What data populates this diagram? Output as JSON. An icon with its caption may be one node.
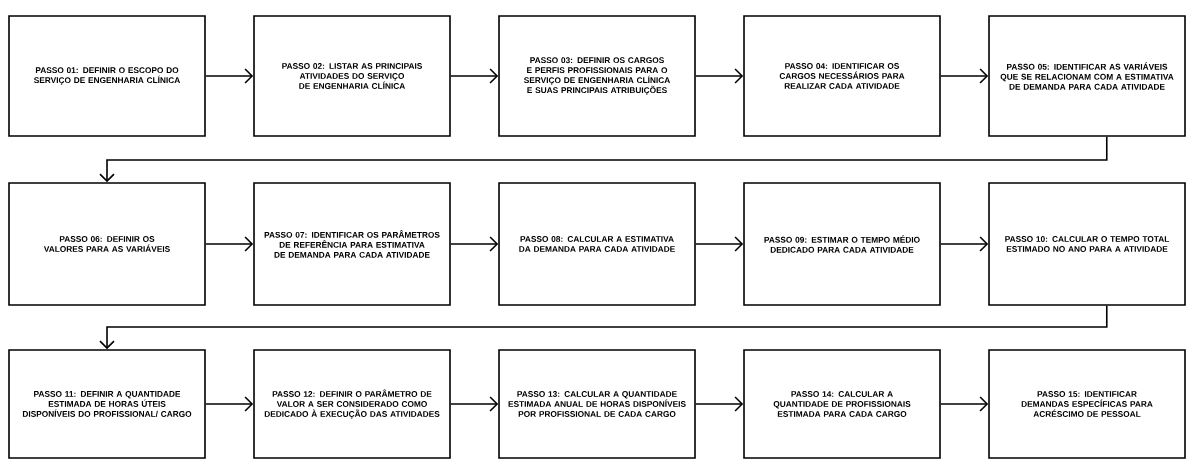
{
  "diagram": {
    "nodes": [
      {
        "text": [
          "PASSO 01: DEFINIR O ESCOPO DO SERVIÇO DE ENGENHARIA CLÍNICA"
        ]
      },
      {
        "text": [
          "PASSO 02: LISTAR AS PRINCIPAIS ATIVIDADES DO SERVIÇO DE ENGENHARIA CLÍNICA"
        ]
      },
      {
        "text": [
          "PASSO 03: DEFINIR OS CARGOS E PERFIS PROFISSIONAIS PARA O SERVIÇO DE ENGENHARIA CLÍNICA E SUAS PRINCIPAIS ATRIBUIÇÕES"
        ]
      },
      {
        "text": [
          "PASSO 04: IDENTIFICAR OS CARGOS NECESSÁRIOS PARA REALIZAR CADA ATIVIDADE"
        ]
      },
      {
        "text": [
          "PASSO 05: IDENTIFICAR AS VARIÁVEIS QUE SE RELACIONAM COM A ESTIMATIVA DE DEMANDA PARA CADA ATIVIDADE"
        ]
      },
      {
        "text": [
          "PASSO 06: DEFINIR OS VALORES PARA AS VARIÁVEIS"
        ]
      },
      {
        "text": [
          "PASSO 07: IDENTIFICAR OS PARÂMETROS DE REFERÊNCIA PARA ESTIMATIVA DE DEMANDA PARA CADA ATIVIDADE"
        ]
      },
      {
        "text": [
          "PASSO 08: CALCULAR A ESTIMATIVA DA DEMANDA PARA CADA ATIVIDADE"
        ]
      },
      {
        "text": [
          "PASSO 09: ESTIMAR O TEMPO MÉDIO DEDICADO PARA CADA ATIVIDADE"
        ]
      },
      {
        "text": [
          "PASSO 10: CALCULAR O TEMPO TOTAL ESTIMADO NO ANO PARA A ATIVIDADE"
        ]
      },
      {
        "text": [
          "PASSO 11: DEFINIR A QUANTIDADE ESTIMADA DE HORAS ÚTEIS DISPONÍVEIS DO PROFISSIONAL/ CARGO"
        ]
      },
      {
        "text": [
          "PASSO 12: DEFINIR O PARÂMETRO DE VALOR A SER CONSIDERADO COMO DEDICADO À EXECUÇÃO DAS ATIVIDADES"
        ]
      },
      {
        "text": [
          "PASSO 13: CALCULAR A QUANTIDADE ESTIMADA ANUAL DE HORAS DISPONÍVEIS POR PROFISSIONAL DE CADA CARGO"
        ]
      },
      {
        "text": [
          "PASSO 14: CALCULAR A QUANTIDADE DE PROFISSIONAIS ESTIMADA PARA CADA CARGO"
        ]
      },
      {
        "text": [
          "PASSO 15: IDENTIFICAR DEMANDAS ESPECÍFICAS PARA ACRÉSCIMO DE PESSOAL"
        ]
      }
    ],
    "edges": [
      {
        "from": 0,
        "to": 1,
        "arrow": "to"
      },
      {
        "from": 1,
        "to": 2,
        "arrow": "to"
      },
      {
        "from": 2,
        "to": 3,
        "arrow": "to"
      },
      {
        "from": 3,
        "to": 4,
        "arrow": "to"
      },
      {
        "from": 4,
        "to": 5,
        "arrow": "to"
      },
      {
        "from": 5,
        "to": 6,
        "arrow": "to"
      },
      {
        "from": 6,
        "to": 7,
        "arrow": "to"
      },
      {
        "from": 7,
        "to": 8,
        "arrow": "to"
      },
      {
        "from": 8,
        "to": 9,
        "arrow": "to"
      },
      {
        "from": 9,
        "to": 10,
        "arrow": "to"
      },
      {
        "from": 10,
        "to": 11,
        "arrow": "to"
      },
      {
        "from": 11,
        "to": 12,
        "arrow": "to"
      },
      {
        "from": 12,
        "to": 13,
        "arrow": "to"
      },
      {
        "from": 13,
        "to": 14,
        "arrow": "to"
      }
    ]
  }
}
